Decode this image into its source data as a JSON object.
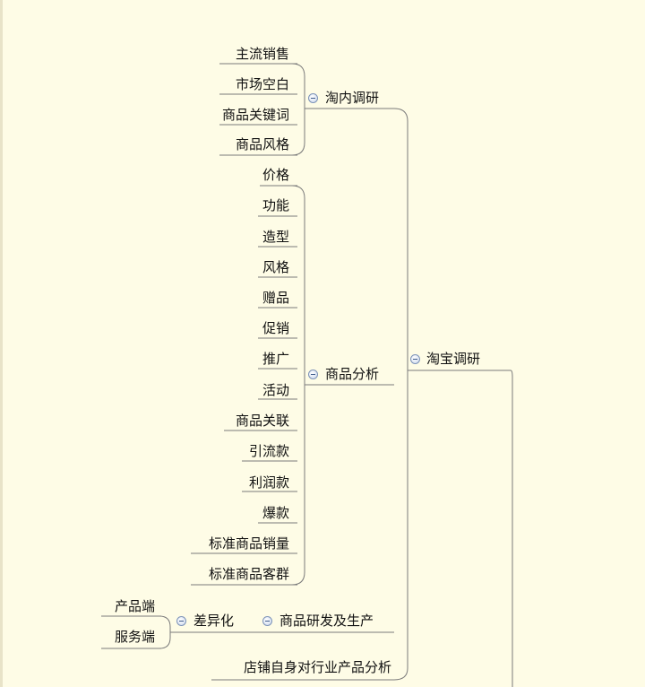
{
  "root": {
    "label": "淘宝调研"
  },
  "branches": [
    {
      "id": "taonei",
      "label": "淘内调研",
      "children": [
        "主流销售",
        "市场空白",
        "商品关键词",
        "商品风格"
      ]
    },
    {
      "id": "fenxi",
      "label": "商品分析",
      "children": [
        "价格",
        "功能",
        "造型",
        "风格",
        "赠品",
        "促销",
        "推广",
        "活动",
        "商品关联",
        "引流款",
        "利润款",
        "爆款",
        "标准商品销量",
        "标准商品客群"
      ]
    },
    {
      "id": "yanfa",
      "label": "商品研发及生产",
      "sub": {
        "label": "差异化",
        "children": [
          "产品端",
          "服务端"
        ]
      }
    },
    {
      "id": "dianpu",
      "label": "店铺自身对行业产品分析"
    }
  ]
}
